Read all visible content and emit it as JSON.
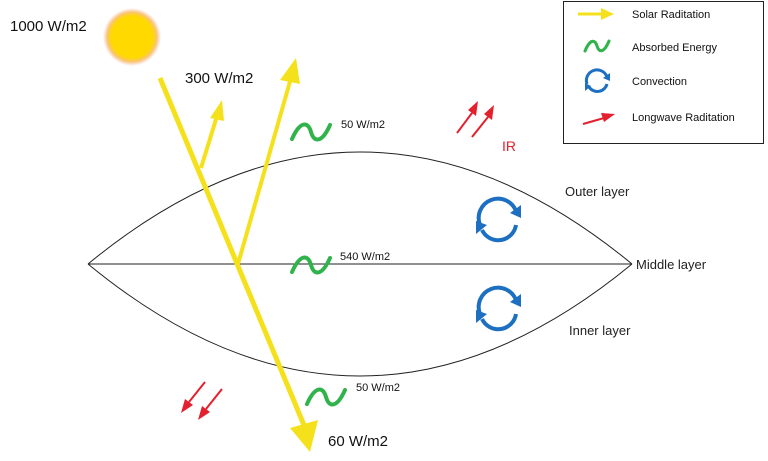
{
  "colors": {
    "solar": "#F5E11B",
    "absorbed": "#2FB34A",
    "convection": "#1D6FC2",
    "longwave": "#E5202E",
    "outline": "#222222",
    "sun_core": "#FFD900",
    "sun_glow": "#F6B49A"
  },
  "incoming": {
    "label": "1000 W/m2"
  },
  "reflected": {
    "label": "300 W/m2"
  },
  "transmitted": {
    "label": "60 W/m2"
  },
  "ir": {
    "label": "IR"
  },
  "layers": {
    "outer": {
      "label": "Outer layer",
      "absorbed": "50 W/m2"
    },
    "middle": {
      "label": "Middle layer",
      "absorbed": "540 W/m2"
    },
    "inner": {
      "label": "Inner layer",
      "absorbed": "50 W/m2"
    }
  },
  "legend": {
    "items": [
      {
        "icon": "yellow-arrow-icon",
        "label": "Solar Raditation"
      },
      {
        "icon": "green-wave-icon",
        "label": "Absorbed Energy"
      },
      {
        "icon": "blue-cycle-icon",
        "label": "Convection"
      },
      {
        "icon": "red-arrow-icon",
        "label": "Longwave Raditation"
      }
    ]
  }
}
